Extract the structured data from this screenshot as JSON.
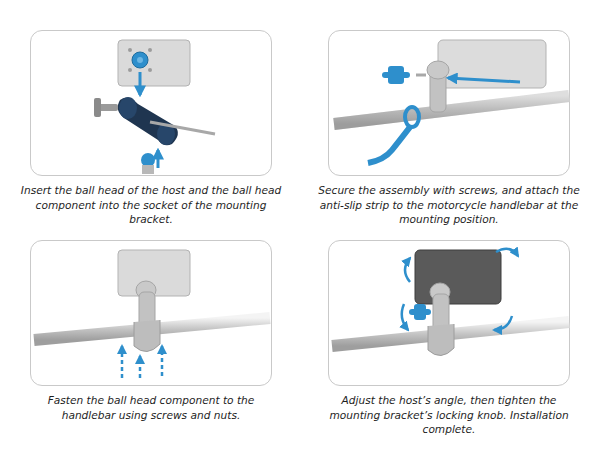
{
  "diagram": {
    "nodes": [
      {
        "text": [
          "Insert the ball head of the host and the ball head component into the socket of the mounting bracket."
        ]
      },
      {
        "text": [
          "Secure the assembly with screws, and attach the anti-slip strip to the motorcycle handlebar at the mounting position."
        ]
      },
      {
        "text": [
          "Fasten the ball head component to the handlebar using screws and nuts."
        ]
      },
      {
        "text": [
          "Adjust the host’s angle, then tighten the mounting bracket’s locking knob. Installation complete."
        ]
      }
    ]
  }
}
